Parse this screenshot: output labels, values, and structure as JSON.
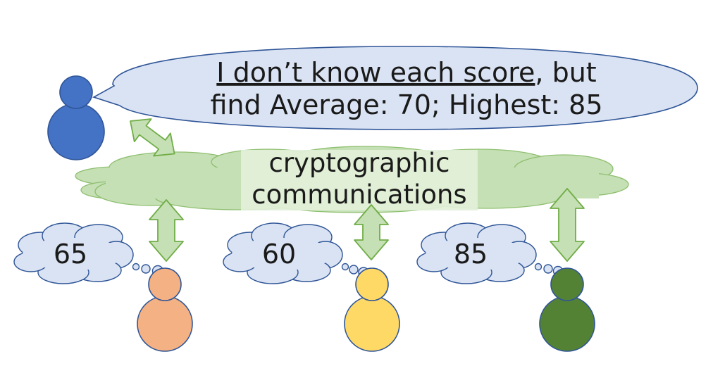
{
  "speech": {
    "line1_underlined": "I don’t know each score",
    "line1_rest": ", but",
    "line2": "find Average: 70; Highest: 85"
  },
  "channel": {
    "line1": "cryptographic",
    "line2": "communications"
  },
  "parties": [
    {
      "score": "65"
    },
    {
      "score": "60"
    },
    {
      "score": "85"
    }
  ],
  "colors": {
    "analyst": "#4472c4",
    "party_1": "#f4b183",
    "party_2": "#ffd966",
    "party_3": "#548235",
    "speech_fill": "#dae3f3",
    "speech_stroke": "#2f5597",
    "channel_fill": "#c5e0b4",
    "arrow_fill": "#c5e0b4",
    "arrow_stroke": "#70ad47",
    "thought_fill": "#dae3f3"
  }
}
